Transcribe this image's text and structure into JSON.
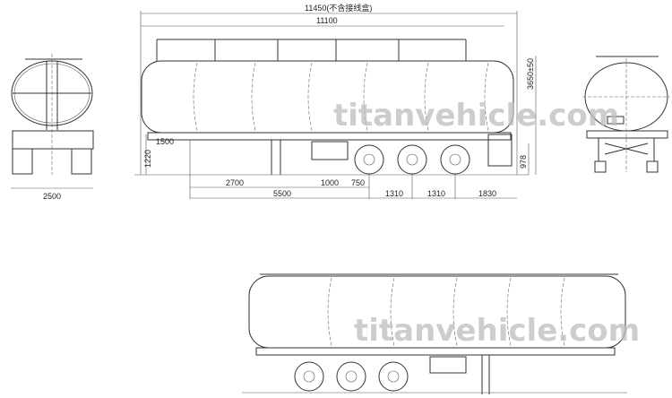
{
  "drawing": {
    "watermark": "titanvehicle.com",
    "dimensions": {
      "overall_length": "11450(不含接线盒)",
      "body_length": "11100",
      "height": "3650±50",
      "front_width": "2500",
      "front_overhang": "1500",
      "coupling_height": "1220",
      "frame_height": "978",
      "landing_gear_offset": "2700",
      "kingpin_to_axle": "5500",
      "box_width": "1000",
      "box_gap": "750",
      "axle_spacing_1": "1310",
      "axle_spacing_2": "1310",
      "rear_overhang": "1830"
    }
  }
}
